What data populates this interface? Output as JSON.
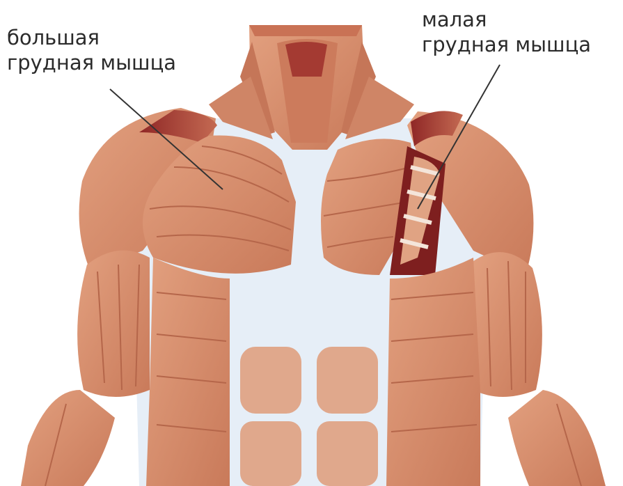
{
  "labels": {
    "left": {
      "line1": "большая",
      "line2": "грудная мышца"
    },
    "right": {
      "line1": "малая",
      "line2": "грудная мышца"
    }
  },
  "colors": {
    "background": "#ffffff",
    "muscle": "#d68f6e",
    "muscle_dark": "#b8654a",
    "muscle_deep": "#9c2f2a",
    "tendon": "#e6eef7",
    "fiber": "#a65c41",
    "text": "#2b2b2b"
  }
}
